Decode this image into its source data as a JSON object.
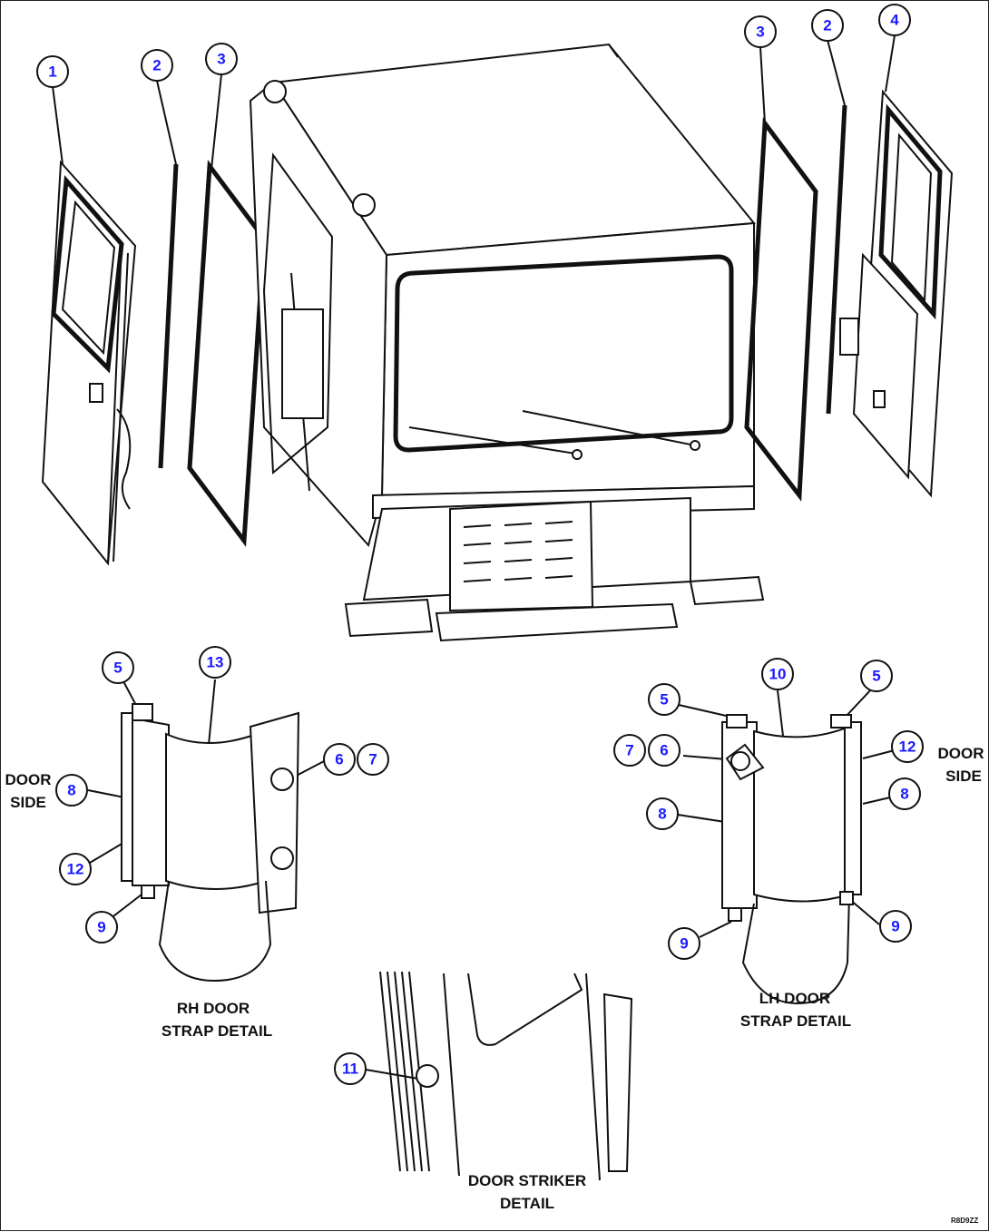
{
  "callouts": [
    {
      "id": "c1",
      "text": "1"
    },
    {
      "id": "c2a",
      "text": "2"
    },
    {
      "id": "c3a",
      "text": "3"
    },
    {
      "id": "c3b",
      "text": "3"
    },
    {
      "id": "c2b",
      "text": "2"
    },
    {
      "id": "c4",
      "text": "4"
    },
    {
      "id": "c5a",
      "text": "5"
    },
    {
      "id": "c13",
      "text": "13"
    },
    {
      "id": "c6a",
      "text": "6"
    },
    {
      "id": "c7a",
      "text": "7"
    },
    {
      "id": "c8a",
      "text": "8"
    },
    {
      "id": "c12a",
      "text": "12"
    },
    {
      "id": "c9a",
      "text": "9"
    },
    {
      "id": "c5b",
      "text": "5"
    },
    {
      "id": "c10",
      "text": "10"
    },
    {
      "id": "c5c",
      "text": "5"
    },
    {
      "id": "c7b",
      "text": "7"
    },
    {
      "id": "c6b",
      "text": "6"
    },
    {
      "id": "c12b",
      "text": "12"
    },
    {
      "id": "c8b",
      "text": "8"
    },
    {
      "id": "c8c",
      "text": "8"
    },
    {
      "id": "c9b",
      "text": "9"
    },
    {
      "id": "c9c",
      "text": "9"
    },
    {
      "id": "c11",
      "text": "11"
    }
  ],
  "labels": {
    "door_side_left_1": "DOOR",
    "door_side_left_2": "SIDE",
    "door_side_right_1": "DOOR",
    "door_side_right_2": "SIDE",
    "rh_detail_1": "RH DOOR",
    "rh_detail_2": "STRAP DETAIL",
    "lh_detail_1": "LH DOOR",
    "lh_detail_2": "STRAP DETAIL",
    "striker_1": "DOOR STRIKER",
    "striker_2": "DETAIL",
    "figure_code": "R8D9ZZ"
  },
  "colors": {
    "callout_text": "#1a1aff",
    "line": "#111111"
  }
}
